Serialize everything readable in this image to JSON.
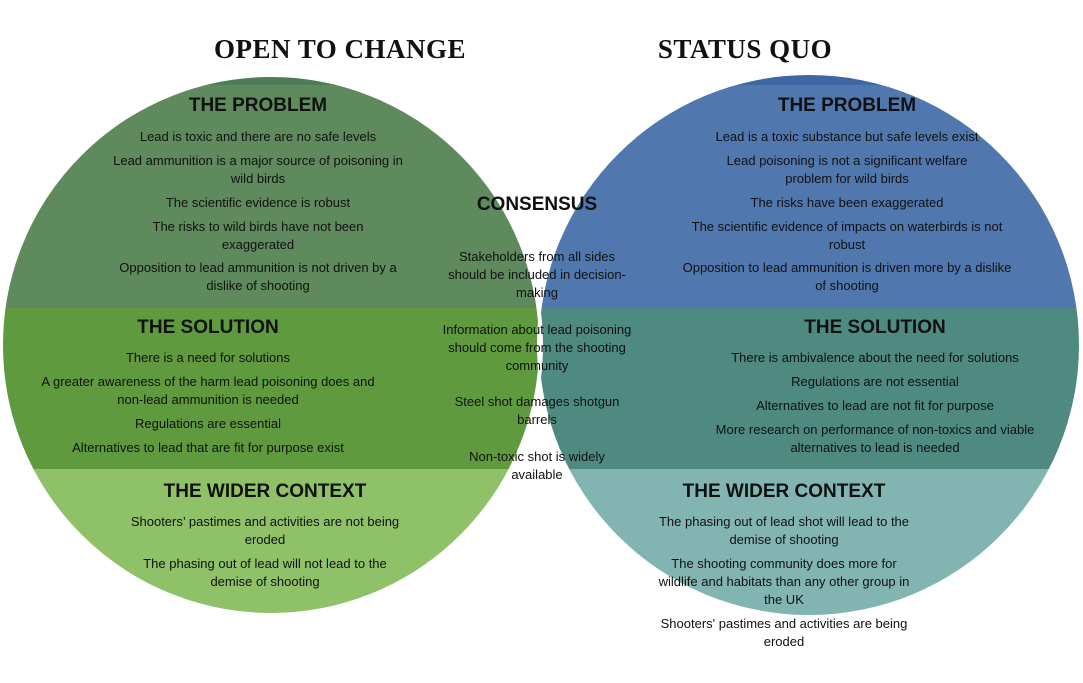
{
  "colors": {
    "left_title": "#4e7b58",
    "left_problem": "#5e8a5d",
    "left_solution": "#5f9b3e",
    "left_context": "#8fc169",
    "right_title": "#3f67a4",
    "right_problem": "#5078ae",
    "right_solution": "#4f8a80",
    "right_context": "#82b4b2",
    "consensus": "#87aa9a"
  },
  "left": {
    "title": "OPEN TO CHANGE",
    "problem": {
      "heading": "THE PROBLEM",
      "items": [
        "Lead is toxic and there are no safe levels",
        "Lead ammunition is a major source of poisoning in wild birds",
        "The scientific evidence is robust",
        "The risks  to wild birds have not been exaggerated",
        "Opposition to lead ammunition is not driven by a dislike of shooting"
      ]
    },
    "solution": {
      "heading": "THE SOLUTION",
      "items": [
        "There is a need for solutions",
        "A greater awareness of the harm lead poisoning does and non-lead ammunition is needed",
        "Regulations are essential",
        "Alternatives to lead that are fit for purpose exist"
      ]
    },
    "context": {
      "heading": "THE WIDER CONTEXT",
      "items": [
        "Shooters’ pastimes and activities are not being eroded",
        "The phasing out of lead will not lead to the demise of shooting"
      ]
    }
  },
  "right": {
    "title": "STATUS QUO",
    "problem": {
      "heading": "THE PROBLEM",
      "items": [
        "Lead is a toxic substance but safe levels exist",
        "Lead poisoning is not a significant welfare problem for wild birds",
        "The risks have been exaggerated",
        "The scientific evidence of impacts on waterbirds is not robust",
        "Opposition to lead ammunition is driven more by a dislike of shooting"
      ]
    },
    "solution": {
      "heading": "THE SOLUTION",
      "items": [
        "There is ambivalence about the need for solutions",
        "Regulations are not essential",
        "Alternatives to lead are not fit for purpose",
        "More research on performance of non-toxics and viable alternatives to lead is needed"
      ]
    },
    "context": {
      "heading": "THE WIDER CONTEXT",
      "items": [
        "The phasing out of lead shot will lead to the demise of shooting",
        "The shooting community does more for wildlife and habitats than any other group in the UK",
        "Shooters' pastimes and activities are being eroded"
      ]
    }
  },
  "consensus": {
    "heading": "CONSENSUS",
    "items": [
      "Stakeholders from all sides should be included in decision-making",
      "Information about lead poisoning should come from the shooting community",
      "Steel shot damages shotgun barrels",
      "Non-toxic shot is widely available"
    ]
  }
}
